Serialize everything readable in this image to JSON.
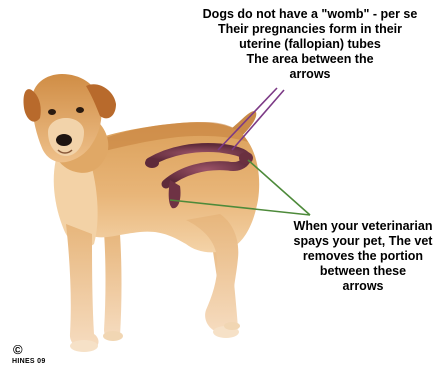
{
  "top_caption": {
    "lines": [
      "Dogs do not have a \"womb\"  - per se",
      "Their pregnancies form in their",
      "uterine (fallopian) tubes",
      "The area between the",
      "arrows"
    ]
  },
  "bottom_caption": {
    "lines": [
      "When your veterinarian",
      "spays your pet, The vet",
      "removes the portion",
      "between these",
      "arrows"
    ]
  },
  "credit": {
    "symbol": "©",
    "text": "HINES 09"
  },
  "colors": {
    "fur": "#d69a52",
    "fur_light": "#efc28e",
    "fur_dark": "#b8733a",
    "uterus": "#7a3a4e",
    "top_arrows": "#7c3a86",
    "bottom_arrows": "#4d8a3a",
    "text": "#000000",
    "background": "#ffffff"
  }
}
